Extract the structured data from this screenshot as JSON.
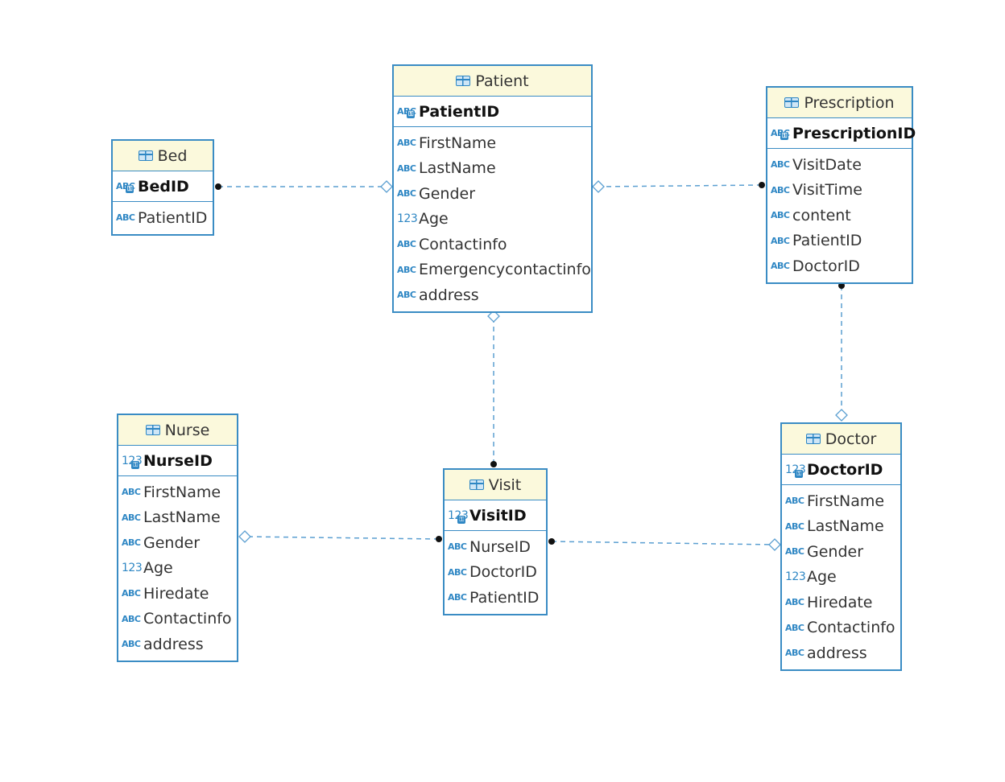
{
  "colors": {
    "border": "#3a8cc4",
    "header_bg": "#fbf9dc",
    "link": "#5b9fd1"
  },
  "entities": {
    "bed": {
      "title": "Bed",
      "pk": {
        "name": "BedID",
        "type": "ABC"
      },
      "attrs": [
        {
          "name": "PatientID",
          "type": "ABC"
        }
      ]
    },
    "patient": {
      "title": "Patient",
      "pk": {
        "name": "PatientID",
        "type": "ABC"
      },
      "attrs": [
        {
          "name": "FirstName",
          "type": "ABC"
        },
        {
          "name": "LastName",
          "type": "ABC"
        },
        {
          "name": "Gender",
          "type": "ABC"
        },
        {
          "name": "Age",
          "type": "123"
        },
        {
          "name": "Contactinfo",
          "type": "ABC"
        },
        {
          "name": "Emergencycontactinfo",
          "type": "ABC"
        },
        {
          "name": "address",
          "type": "ABC"
        }
      ]
    },
    "prescription": {
      "title": "Prescription",
      "pk": {
        "name": "PrescriptionID",
        "type": "ABC"
      },
      "attrs": [
        {
          "name": "VisitDate",
          "type": "ABC"
        },
        {
          "name": "VisitTime",
          "type": "ABC"
        },
        {
          "name": "content",
          "type": "ABC"
        },
        {
          "name": "PatientID",
          "type": "ABC"
        },
        {
          "name": "DoctorID",
          "type": "ABC"
        }
      ]
    },
    "nurse": {
      "title": "Nurse",
      "pk": {
        "name": "NurseID",
        "type": "123"
      },
      "attrs": [
        {
          "name": "FirstName",
          "type": "ABC"
        },
        {
          "name": "LastName",
          "type": "ABC"
        },
        {
          "name": "Gender",
          "type": "ABC"
        },
        {
          "name": "Age",
          "type": "123"
        },
        {
          "name": "Hiredate",
          "type": "ABC"
        },
        {
          "name": "Contactinfo",
          "type": "ABC"
        },
        {
          "name": "address",
          "type": "ABC"
        }
      ]
    },
    "visit": {
      "title": "Visit",
      "pk": {
        "name": "VisitID",
        "type": "123"
      },
      "attrs": [
        {
          "name": "NurseID",
          "type": "ABC"
        },
        {
          "name": "DoctorID",
          "type": "ABC"
        },
        {
          "name": "PatientID",
          "type": "ABC"
        }
      ]
    },
    "doctor": {
      "title": "Doctor",
      "pk": {
        "name": "DoctorID",
        "type": "123"
      },
      "attrs": [
        {
          "name": "FirstName",
          "type": "ABC"
        },
        {
          "name": "LastName",
          "type": "ABC"
        },
        {
          "name": "Gender",
          "type": "ABC"
        },
        {
          "name": "Age",
          "type": "123"
        },
        {
          "name": "Hiredate",
          "type": "ABC"
        },
        {
          "name": "Contactinfo",
          "type": "ABC"
        },
        {
          "name": "address",
          "type": "ABC"
        }
      ]
    }
  },
  "relationships": [
    {
      "from": "bed",
      "to": "patient",
      "from_end": "dot",
      "to_end": "diamond"
    },
    {
      "from": "prescription",
      "to": "patient",
      "from_end": "dot",
      "to_end": "diamond"
    },
    {
      "from": "visit",
      "to": "patient",
      "from_end": "dot",
      "to_end": "diamond"
    },
    {
      "from": "visit",
      "to": "nurse",
      "from_end": "dot",
      "to_end": "diamond"
    },
    {
      "from": "visit",
      "to": "doctor",
      "from_end": "dot",
      "to_end": "diamond"
    },
    {
      "from": "prescription",
      "to": "doctor",
      "from_end": "dot",
      "to_end": "diamond"
    }
  ]
}
